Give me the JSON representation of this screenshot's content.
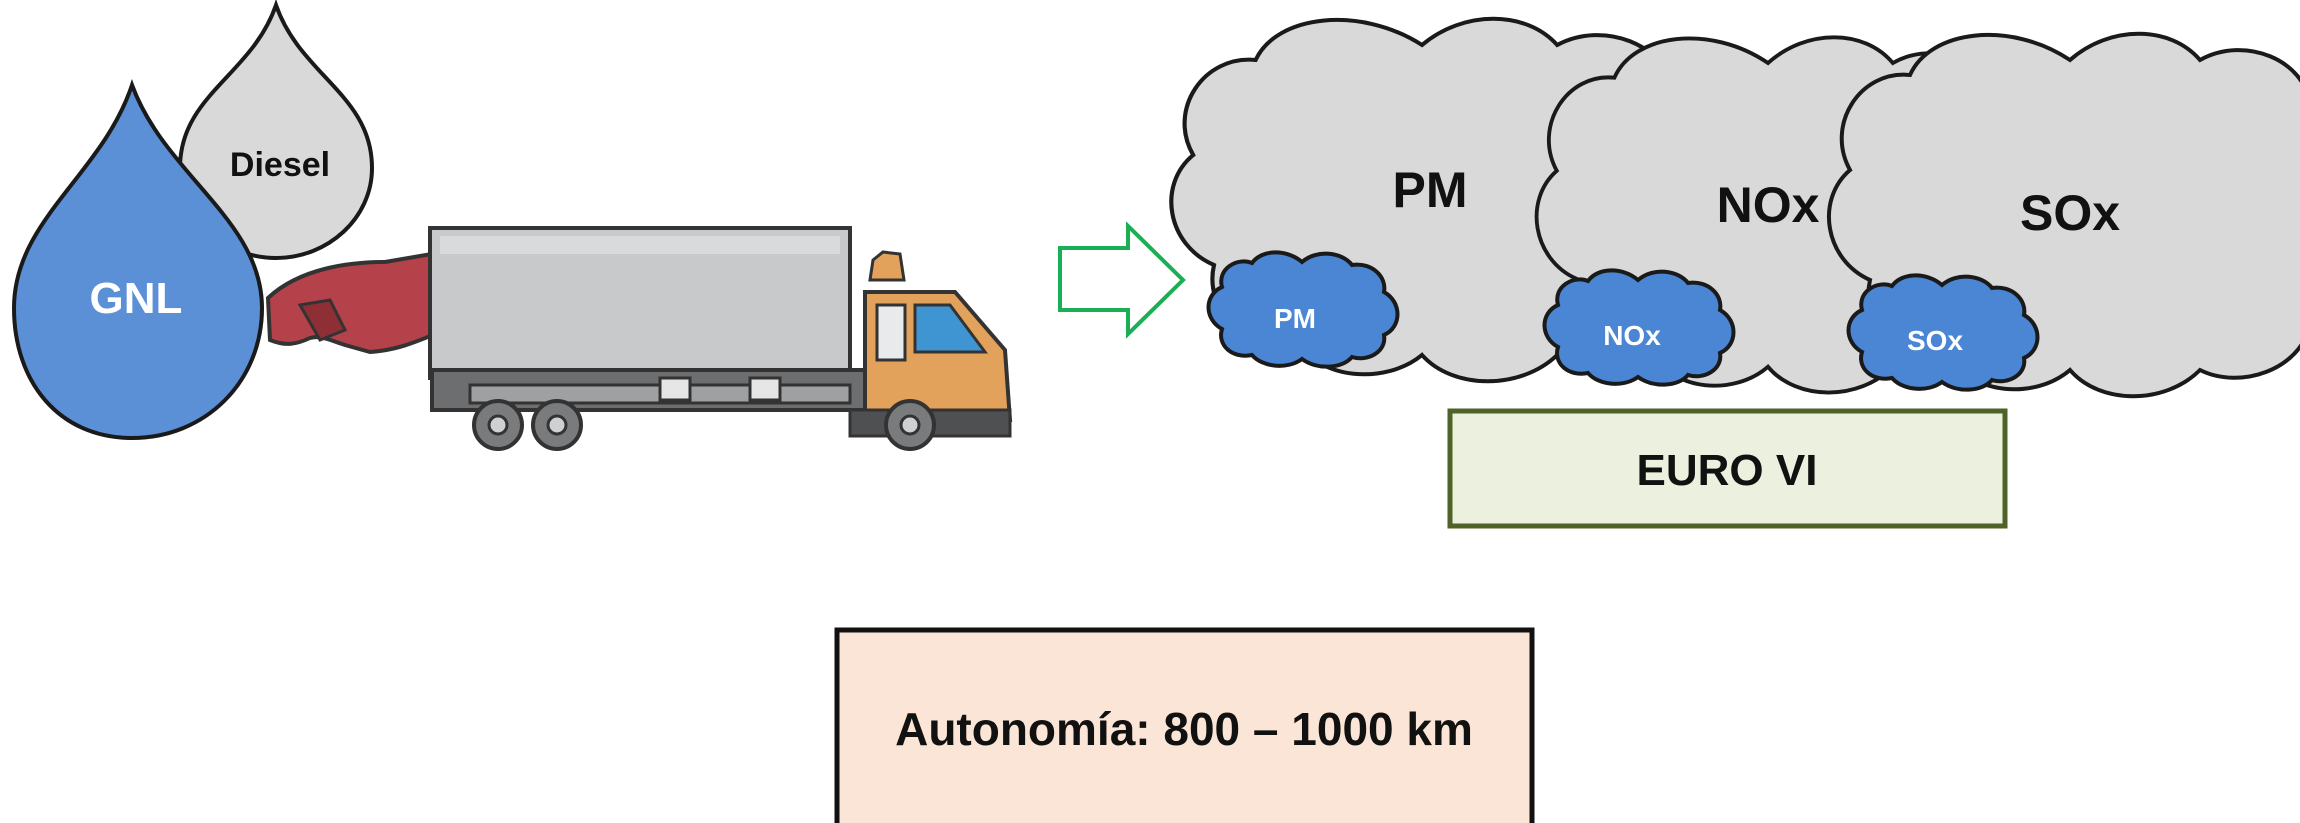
{
  "fuels": {
    "gnl": "GNL",
    "diesel": "Diesel"
  },
  "emissions": {
    "big": [
      "PM",
      "NOx",
      "SOx"
    ],
    "small": [
      "PM",
      "NOx",
      "SOx"
    ]
  },
  "standard_label": "EURO VI",
  "autonomy_label": "Autonomía: 800 – 1000 km",
  "colors": {
    "gnl_drop": "#5b8fd6",
    "diesel_drop": "#d9d9d9",
    "big_cloud": "#d9d9d9",
    "small_cloud": "#4a86d4",
    "arrow": "#1aae55",
    "euro_fill": "#ebf1de",
    "euro_border": "#4f6228",
    "autonomy_fill": "#fbe5d6",
    "nozzle": "#b5424a",
    "truck_cab": "#e2a25c",
    "truck_box": "#c8c9cb"
  }
}
